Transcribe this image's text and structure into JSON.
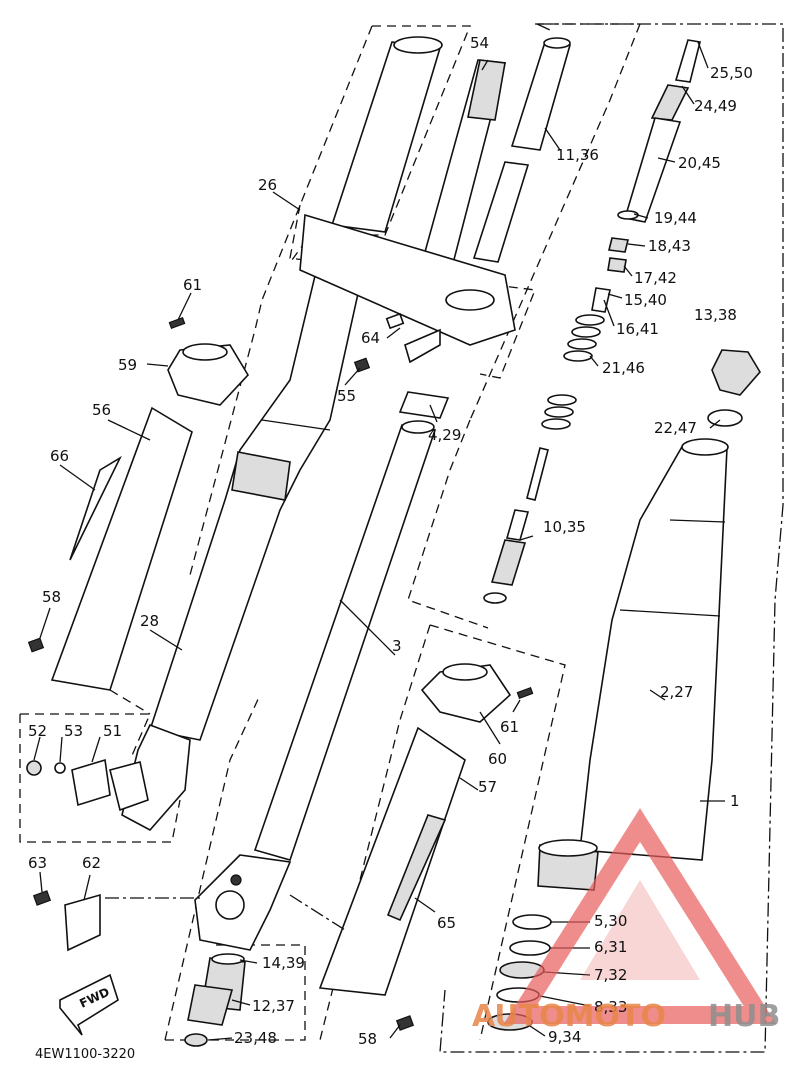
{
  "diagram": {
    "part_labels": [
      {
        "id": "54",
        "text": "54"
      },
      {
        "id": "11_36",
        "text": "11,36"
      },
      {
        "id": "25_50",
        "text": "25,50"
      },
      {
        "id": "24_49",
        "text": "24,49"
      },
      {
        "id": "20_45",
        "text": "20,45"
      },
      {
        "id": "19_44",
        "text": "19,44"
      },
      {
        "id": "18_43",
        "text": "18,43"
      },
      {
        "id": "17_42",
        "text": "17,42"
      },
      {
        "id": "15_40",
        "text": "15,40"
      },
      {
        "id": "16_41",
        "text": "16,41"
      },
      {
        "id": "13_38",
        "text": "13,38"
      },
      {
        "id": "21_46",
        "text": "21,46"
      },
      {
        "id": "22_47",
        "text": "22,47"
      },
      {
        "id": "26",
        "text": "26"
      },
      {
        "id": "61a",
        "text": "61"
      },
      {
        "id": "59",
        "text": "59"
      },
      {
        "id": "64",
        "text": "64"
      },
      {
        "id": "55",
        "text": "55"
      },
      {
        "id": "4_29",
        "text": "4,29"
      },
      {
        "id": "56",
        "text": "56"
      },
      {
        "id": "66",
        "text": "66"
      },
      {
        "id": "10_35",
        "text": "10,35"
      },
      {
        "id": "58a",
        "text": "58"
      },
      {
        "id": "28",
        "text": "28"
      },
      {
        "id": "3",
        "text": "3"
      },
      {
        "id": "2_27",
        "text": "2,27"
      },
      {
        "id": "61b",
        "text": "61"
      },
      {
        "id": "60",
        "text": "60"
      },
      {
        "id": "52",
        "text": "52"
      },
      {
        "id": "53",
        "text": "53"
      },
      {
        "id": "51",
        "text": "51"
      },
      {
        "id": "57",
        "text": "57"
      },
      {
        "id": "1",
        "text": "1"
      },
      {
        "id": "63",
        "text": "63"
      },
      {
        "id": "62",
        "text": "62"
      },
      {
        "id": "65",
        "text": "65"
      },
      {
        "id": "5_30",
        "text": "5,30"
      },
      {
        "id": "6_31",
        "text": "6,31"
      },
      {
        "id": "14_39",
        "text": "14,39"
      },
      {
        "id": "7_32",
        "text": "7,32"
      },
      {
        "id": "12_37",
        "text": "12,37"
      },
      {
        "id": "8_33",
        "text": "8,33"
      },
      {
        "id": "23_48",
        "text": "23,48"
      },
      {
        "id": "58b",
        "text": "58"
      },
      {
        "id": "9_34",
        "text": "9,34"
      }
    ],
    "fwd_label": "FWD",
    "drawing_code": "4EW1100-3220"
  },
  "watermark": {
    "part1": "AUTOMOTO",
    "part2": "HUB",
    "colors": {
      "triangle": "#e85c5c",
      "text1": "#e8864a",
      "text2": "#8f8f8f"
    }
  }
}
